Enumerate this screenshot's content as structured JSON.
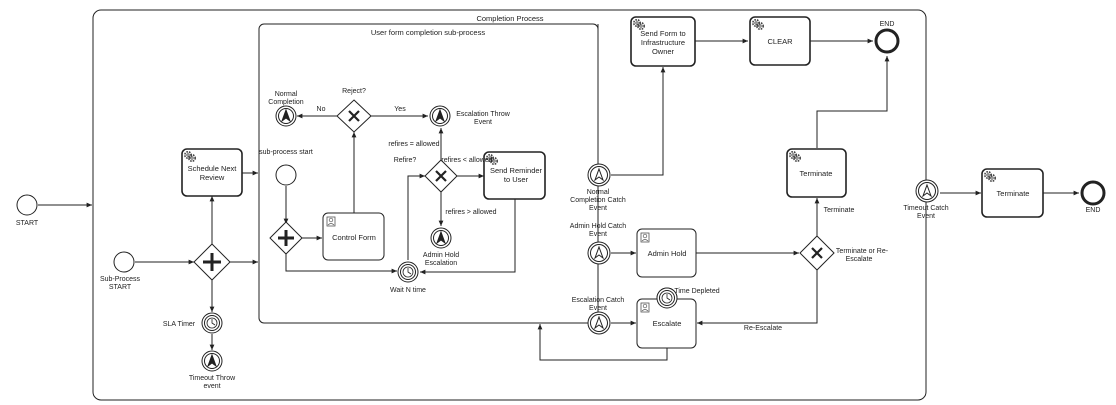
{
  "containers": {
    "completion_process": "Completion Process",
    "user_form_subprocess": "User form completion sub-process"
  },
  "events": {
    "start": "START",
    "subprocess_start": "Sub-Process",
    "subprocess_start_2": "START",
    "sla_timer": "SLA Timer",
    "timeout_throw": "Timeout Throw",
    "timeout_throw_2": "event",
    "sub_process_start_inner": "sub-process start",
    "normal_completion_throw": "Normal",
    "normal_completion_throw_2": "Completion",
    "escalation_throw": "Escalation Throw",
    "escalation_throw_2": "Event",
    "admin_hold_escalation": "Admin Hold",
    "admin_hold_escalation_2": "Escalation",
    "wait_n_time": "Wait N time",
    "normal_completion_catch": "Normal",
    "normal_completion_catch_2": "Completion Catch",
    "normal_completion_catch_3": "Event",
    "admin_hold_catch": "Admin Hold Catch",
    "admin_hold_catch_2": "Event",
    "escalation_catch": "Escalation Catch",
    "escalation_catch_2": "Event",
    "time_depleted": "Time Depleted",
    "end_top": "END",
    "timeout_catch": "Timeout Catch",
    "timeout_catch_2": "Event",
    "end_right": "END"
  },
  "tasks": {
    "schedule_next_review": "Schedule Next",
    "schedule_next_review_2": "Review",
    "control_form": "Control Form",
    "send_reminder": "Send Reminder",
    "send_reminder_2": "to User",
    "send_form": "Send Form to",
    "send_form_2": "Infrastructure",
    "send_form_3": "Owner",
    "clear": "CLEAR",
    "terminate_mid": "Terminate",
    "admin_hold": "Admin Hold",
    "escalate": "Escalate",
    "terminate_right": "Terminate"
  },
  "gateways": {
    "reject": "Reject?",
    "refire": "Refire?",
    "terminate_or_reescalate": "Terminate or Re-",
    "terminate_or_reescalate_2": "Escalate"
  },
  "flow_labels": {
    "no": "No",
    "yes": "Yes",
    "refires_equal": "refires = allowed",
    "refires_less": "refires < allowed",
    "refires_greater": "refires > allowed",
    "terminate": "Terminate",
    "re_escalate": "Re-Escalate"
  },
  "colors": {
    "stroke": "#222222",
    "fill": "#ffffff",
    "text": "#222222"
  }
}
